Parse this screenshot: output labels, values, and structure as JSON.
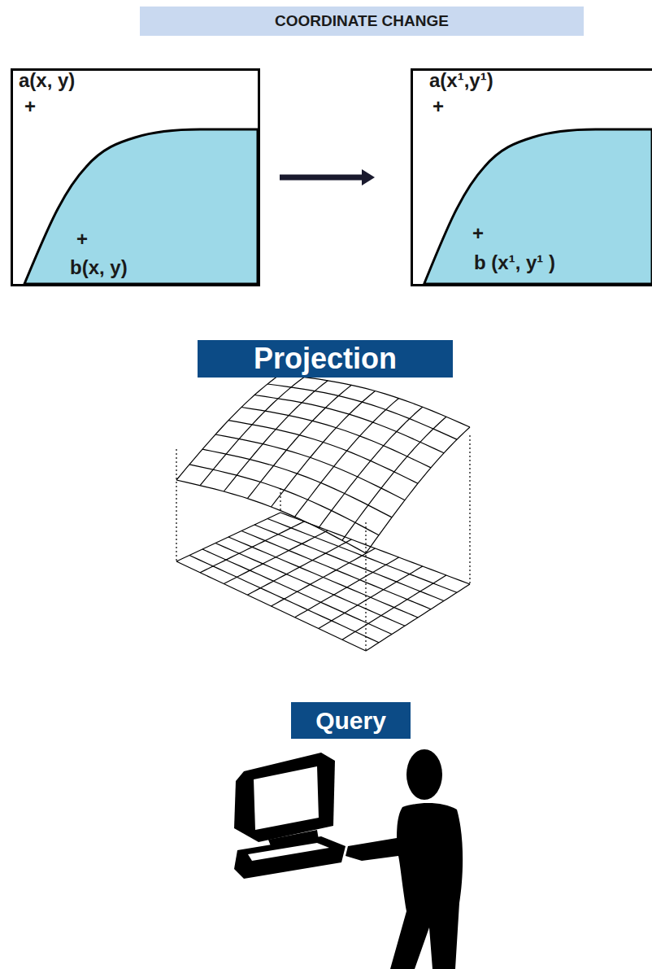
{
  "diagram": {
    "title": "COORDINATE CHANGE",
    "nodes": [
      {
        "text": [
          "a(x, y)",
          "+",
          "+",
          "b(x, y)"
        ]
      },
      {
        "text": [
          "a(x¹,y¹)",
          "+",
          "+",
          "b (x¹, y¹ )"
        ]
      },
      {
        "text": [
          "Projection"
        ]
      },
      {
        "text": [
          "Query"
        ]
      }
    ],
    "edges": [
      {
        "from": 0,
        "to": 1,
        "arrow": "to"
      }
    ]
  }
}
